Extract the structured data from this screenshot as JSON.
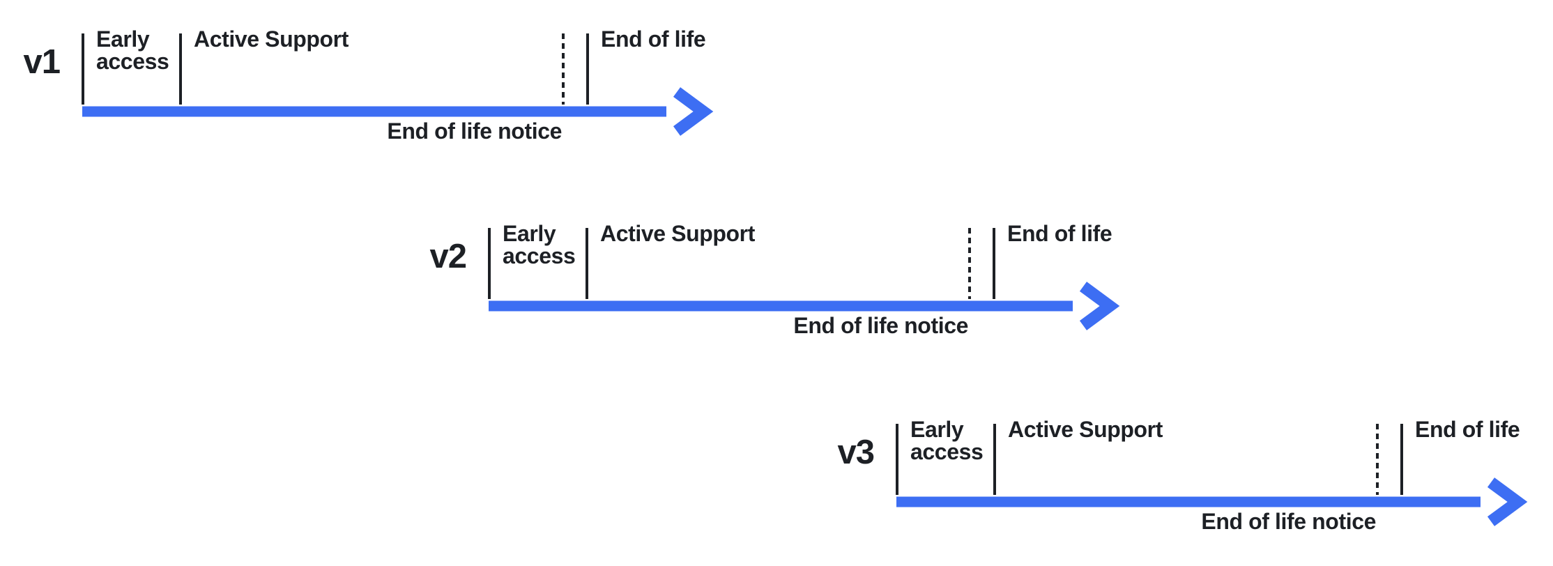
{
  "colors": {
    "arrow": "#3d6ef3",
    "ink": "#1d2025",
    "background": "#ffffff"
  },
  "timelines": [
    {
      "version": "v1",
      "phases": {
        "early_access": "Early access",
        "active_support": "Active Support",
        "end_of_life": "End of life",
        "end_of_life_notice": "End of life notice"
      }
    },
    {
      "version": "v2",
      "phases": {
        "early_access": "Early access",
        "active_support": "Active Support",
        "end_of_life": "End of life",
        "end_of_life_notice": "End of life notice"
      }
    },
    {
      "version": "v3",
      "phases": {
        "early_access": "Early access",
        "active_support": "Active Support",
        "end_of_life": "End of life",
        "end_of_life_notice": "End of life notice"
      }
    }
  ]
}
